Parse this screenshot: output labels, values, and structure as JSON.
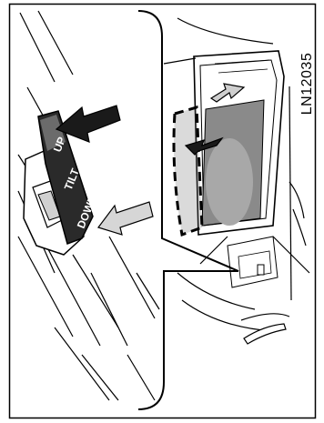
{
  "figure": {
    "reference_code": "LN12035",
    "switch_labels": {
      "up": "UP",
      "tilt": "TILT",
      "down": "DOWN"
    }
  }
}
